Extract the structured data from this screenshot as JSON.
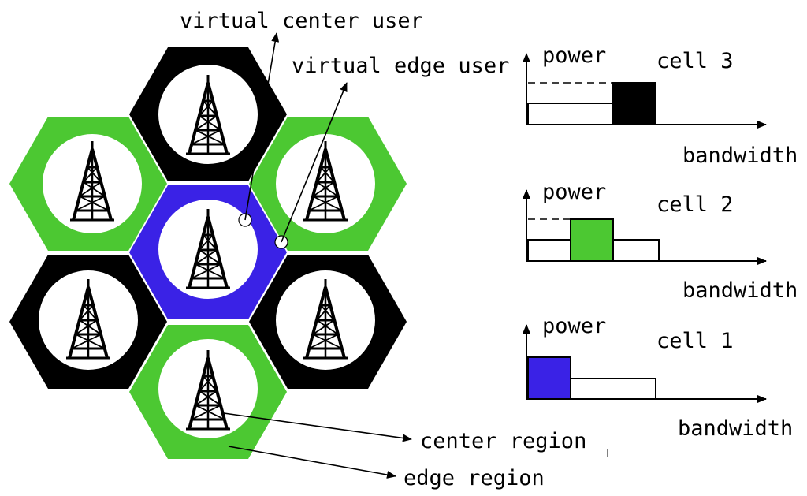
{
  "colors": {
    "green": "#4cc832",
    "black": "#000000",
    "blue": "#3a22e6",
    "white": "#ffffff"
  },
  "labels": {
    "virtual_center_user": "virtual center user",
    "virtual_edge_user": "virtual edge user",
    "center_region": "center region",
    "edge_region": "edge region"
  },
  "cells": [
    {
      "name": "top",
      "edge_color": "black",
      "icon": "antenna-tower-icon"
    },
    {
      "name": "upper-left",
      "edge_color": "green",
      "icon": "antenna-tower-icon"
    },
    {
      "name": "upper-right",
      "edge_color": "green",
      "icon": "antenna-tower-icon"
    },
    {
      "name": "center",
      "edge_color": "blue",
      "icon": "antenna-tower-icon"
    },
    {
      "name": "lower-left",
      "edge_color": "black",
      "icon": "antenna-tower-icon"
    },
    {
      "name": "lower-right",
      "edge_color": "black",
      "icon": "antenna-tower-icon"
    },
    {
      "name": "bottom",
      "edge_color": "green",
      "icon": "antenna-tower-icon"
    }
  ],
  "spectrum_plots": [
    {
      "cell": "cell 3",
      "y_label": "power",
      "x_label": "bandwidth",
      "bands": [
        {
          "kind": "center",
          "level": "low",
          "fill": "white"
        },
        {
          "kind": "edge",
          "level": "high",
          "fill": "black"
        }
      ]
    },
    {
      "cell": "cell 2",
      "y_label": "power",
      "x_label": "bandwidth",
      "bands": [
        {
          "kind": "center",
          "level": "low",
          "fill": "white"
        },
        {
          "kind": "edge",
          "level": "high",
          "fill": "green"
        },
        {
          "kind": "center",
          "level": "low",
          "fill": "white"
        }
      ]
    },
    {
      "cell": "cell 1",
      "y_label": "power",
      "x_label": "bandwidth",
      "bands": [
        {
          "kind": "edge",
          "level": "high",
          "fill": "blue"
        },
        {
          "kind": "center",
          "level": "low",
          "fill": "white"
        }
      ]
    }
  ]
}
